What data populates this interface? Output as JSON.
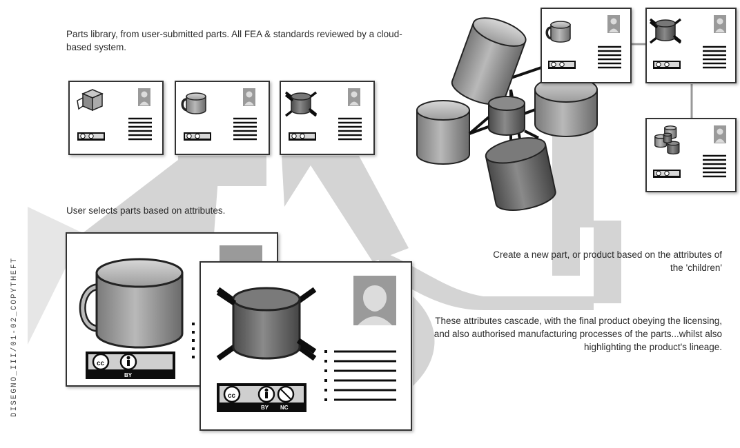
{
  "texts": {
    "parts_library": "Parts library, from user-submitted parts. All FEA & standards reviewed by a cloud-based system.",
    "user_selects": "User selects parts based on attributes.",
    "create_new": "Create a new part, or product based on the attributes of the 'children'",
    "cascade": "These attributes cascade, with the final product obeying the licensing, and also authorised manufacturing processes of the parts...whilst also highlighting the product's lineage.",
    "side_caption": "DISEGNO_III/01-02_COPYTHEFT"
  },
  "license_badges": {
    "cc": "cc",
    "by": "BY",
    "nc": "NC"
  },
  "colors": {
    "connector": "#d4d4d4",
    "card_border": "#333333",
    "part_light": "#a9a9a9",
    "part_dark": "#6e6e6e"
  },
  "icons": [
    "cube-part-icon",
    "mug-part-icon",
    "cross-cylinder-part-icon",
    "cluster-part-icon",
    "avatar-icon",
    "license-badge-icon"
  ]
}
